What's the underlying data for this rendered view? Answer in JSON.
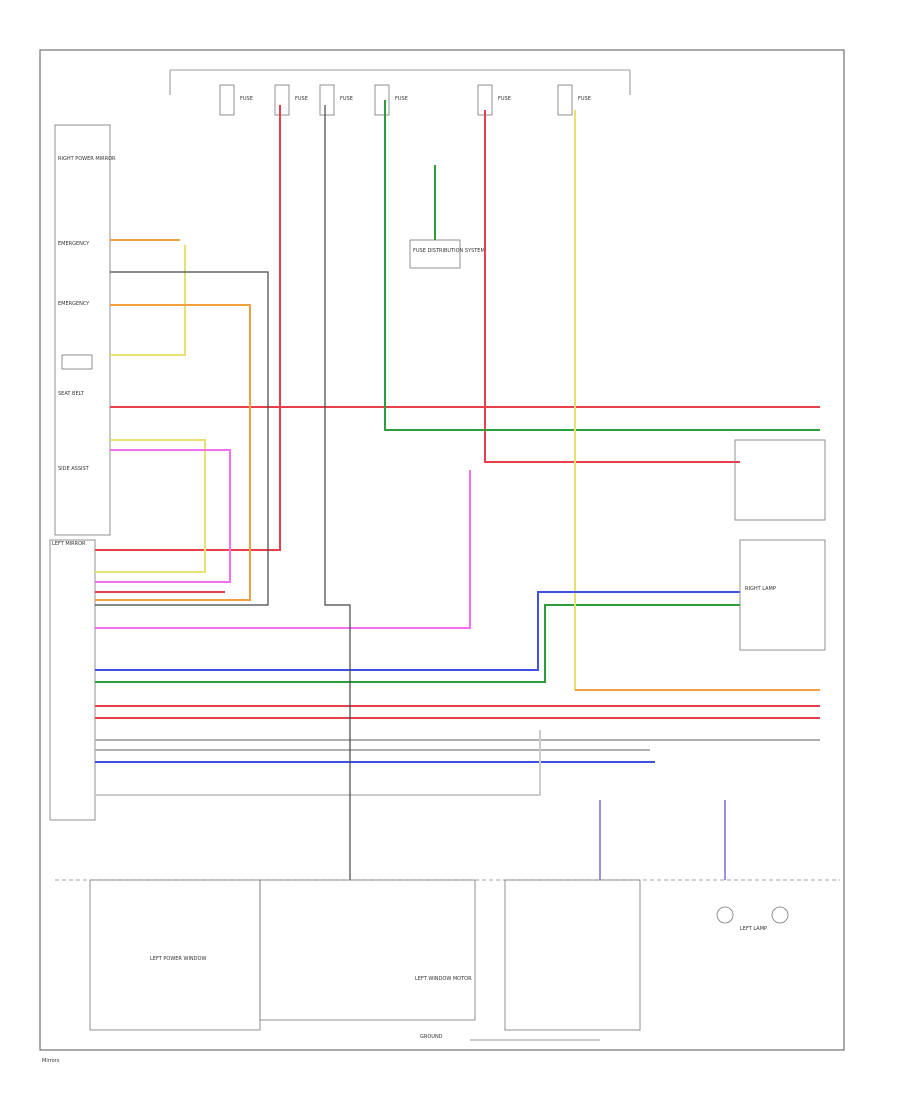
{
  "components": {
    "fuse_sym": "FUSE",
    "fuse_dist": "FUSE DISTRIBUTION SYSTEM",
    "right_power_mirror": "RIGHT POWER MIRROR",
    "emergency_switch": "EMERGENCY",
    "seat_belt": "SEAT BELT",
    "left_mirror": "LEFT MIRROR",
    "left_power_window": "LEFT POWER WINDOW",
    "side_assist": "SIDE ASSIST",
    "right_lamp": "RIGHT LAMP",
    "left_lamp": "LEFT LAMP",
    "left_window_motor": "LEFT WINDOW MOTOR",
    "ground": "GROUND",
    "page_footer": "Mirrors"
  },
  "colors": {
    "red": "#e8404a",
    "green": "#2e9e3a",
    "yellow": "#e8e070",
    "orange": "#f0a040",
    "magenta": "#f070f0",
    "blue": "#4050e0",
    "violet": "#9a90e0",
    "gray": "#b0b0b0",
    "black": "#444444"
  }
}
